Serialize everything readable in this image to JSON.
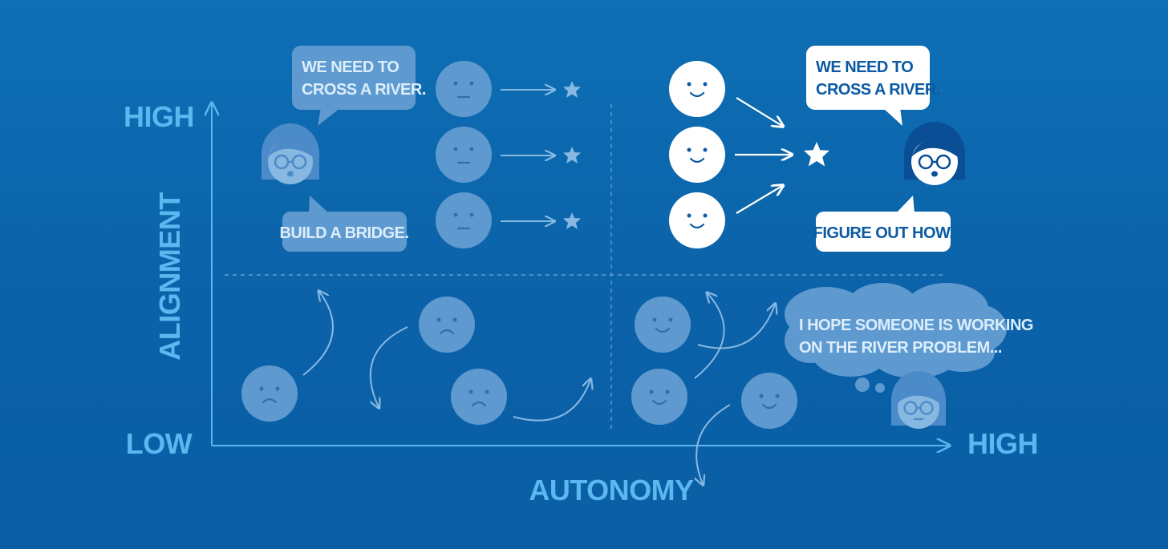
{
  "axes": {
    "y_title": "ALIGNMENT",
    "x_title": "AUTONOMY",
    "y_high": "HIGH",
    "y_low": "LOW",
    "x_high": "HIGH"
  },
  "quadrant_high_alignment_low_autonomy": {
    "leader_message_1": "WE NEED TO",
    "leader_message_2": "CROSS A RIVER.",
    "leader_instruction": "BUILD A BRIDGE."
  },
  "quadrant_high_alignment_high_autonomy": {
    "leader_message_1": "WE NEED TO",
    "leader_message_2": "CROSS A RIVER.",
    "leader_instruction": "FIGURE OUT HOW."
  },
  "quadrant_low_alignment_high_autonomy": {
    "thought_1": "I HOPE SOMEONE IS WORKING",
    "thought_2": "ON THE RIVER PROBLEM..."
  },
  "colors": {
    "background": "#0b66ad",
    "muted_shape": "#5e9ad0",
    "bright_shape": "#ffffff",
    "axis": "#5ab7ef",
    "dark_text": "#0b5aa3"
  }
}
